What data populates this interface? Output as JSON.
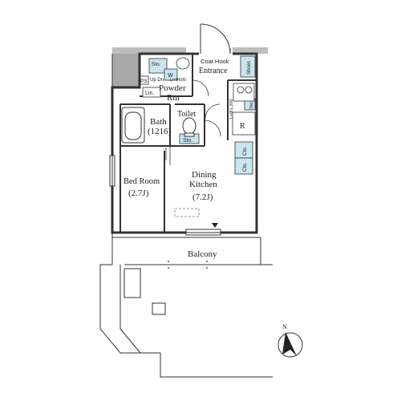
{
  "rooms": {
    "coat_hook": "Coat Hook",
    "entrance": "Entrance",
    "powder_rm_line1": "Powder",
    "powder_rm_line2": "Rm",
    "bath": "Bath",
    "bath_size": "(1216)",
    "toilet": "Toilet",
    "bedroom_line1": "Bed Room",
    "bedroom_size": "(2.7J)",
    "dining_line1": "Dining",
    "dining_line2": "Kitchen",
    "dining_size": "(7.2J)",
    "balcony": "Balcony"
  },
  "fixtures": {
    "sto_top": "Sto.",
    "w": "W",
    "ps": "PS",
    "up_dn": "Up Dn",
    "l_600": "L=Φ600",
    "lin": "Lin.",
    "shoes": "Shoes",
    "l_1200": "L=Φ1,200",
    "sto_right": "Sto.",
    "r": "R",
    "sto_toilet": "Sto.",
    "clo_1": "Clo.",
    "clo_2": "Clo."
  },
  "compass": {
    "north": "N"
  },
  "colors": {
    "wall": "#333333",
    "storage_fill": "#c9e6f0",
    "shade": "#9a9a9a"
  }
}
